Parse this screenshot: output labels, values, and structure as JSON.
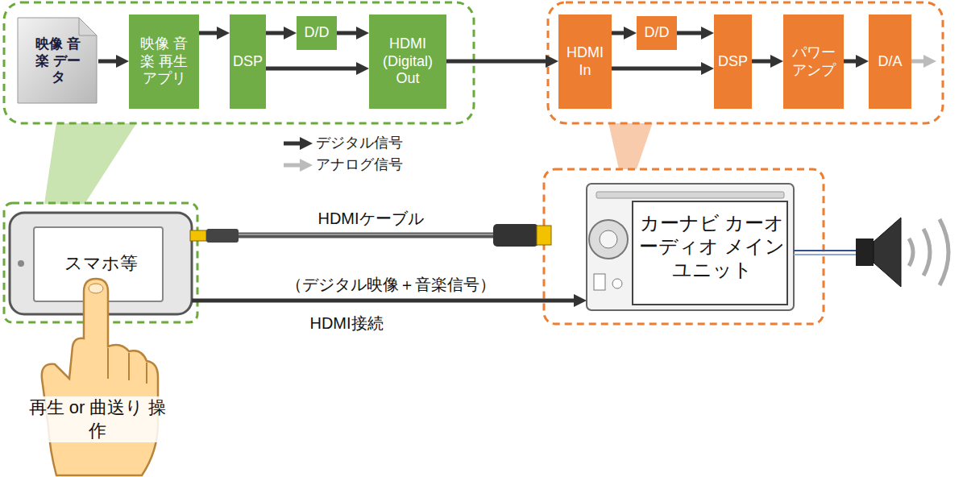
{
  "diagram": {
    "nodes": [
      {
        "text": [
          "映像 音楽 データ"
        ]
      },
      {
        "text": [
          "映像 音楽 再生 アプリ"
        ]
      },
      {
        "text": [
          "DSP"
        ]
      },
      {
        "text": [
          "D/D"
        ]
      },
      {
        "text": [
          "HDMI (Digital) Out"
        ]
      },
      {
        "text": [
          "HDMI In"
        ]
      },
      {
        "text": [
          "D/D"
        ]
      },
      {
        "text": [
          "DSP"
        ]
      },
      {
        "text": [
          "パワー アンプ"
        ]
      },
      {
        "text": [
          "D/A"
        ]
      },
      {
        "text": [
          "スマホ等"
        ]
      },
      {
        "text": [
          "カーナビ カーオーディオ メインユニット"
        ]
      }
    ],
    "edges": [
      {
        "from": 0,
        "to": 1,
        "arrow": "to"
      },
      {
        "from": 1,
        "to": 2,
        "arrow": "to"
      },
      {
        "from": 2,
        "to": 3,
        "arrow": "to"
      },
      {
        "from": 3,
        "to": 4,
        "arrow": "to"
      },
      {
        "from": 2,
        "to": 4,
        "arrow": "to"
      },
      {
        "from": 4,
        "to": 5,
        "arrow": "to"
      },
      {
        "from": 5,
        "to": 6,
        "arrow": "to"
      },
      {
        "from": 6,
        "to": 7,
        "arrow": "to"
      },
      {
        "from": 5,
        "to": 7,
        "arrow": "to"
      },
      {
        "from": 7,
        "to": 8,
        "arrow": "to"
      },
      {
        "from": 8,
        "to": 9,
        "arrow": "to"
      },
      {
        "from": 10,
        "to": 11,
        "label": "（デジタル映像＋音楽信号）",
        "arrow": "to"
      }
    ],
    "labels": [
      "HDMIケーブル",
      "HDMI接続",
      "再生 or 曲送り 操作"
    ],
    "legend": [
      {
        "text": "デジタル信号"
      },
      {
        "text": "アナログ信号"
      }
    ]
  }
}
